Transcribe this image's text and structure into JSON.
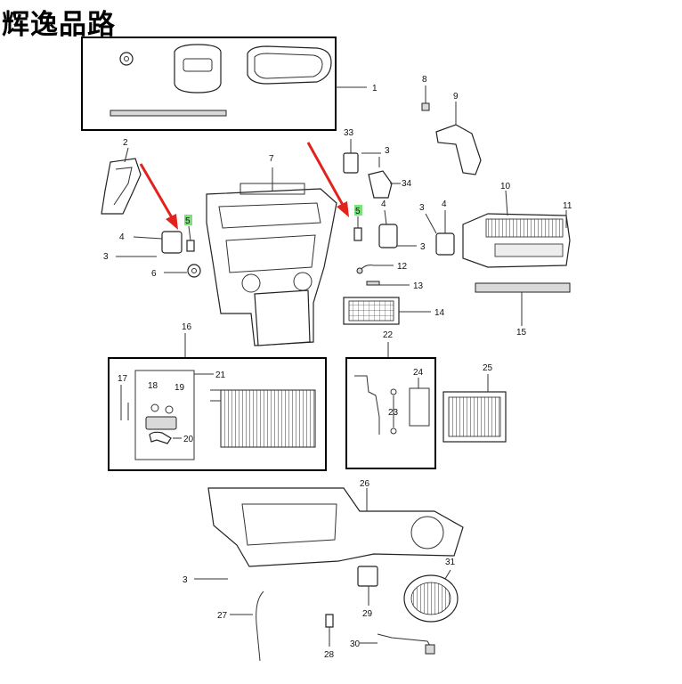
{
  "brand": "辉逸品路",
  "callouts": {
    "c1": "1",
    "c2": "2",
    "c3a": "3",
    "c3b": "3",
    "c3c": "3",
    "c3d": "3",
    "c3e": "3",
    "c4a": "4",
    "c4b": "4",
    "c4c": "4",
    "c5a": "5",
    "c5b": "5",
    "c6": "6",
    "c7": "7",
    "c8": "8",
    "c9": "9",
    "c10": "10",
    "c11": "11",
    "c12": "12",
    "c13": "13",
    "c14": "14",
    "c15": "15",
    "c16": "16",
    "c17": "17",
    "c18": "18",
    "c19": "19",
    "c20": "20",
    "c21": "21",
    "c22": "22",
    "c23": "23",
    "c24": "24",
    "c25": "25",
    "c26": "26",
    "c27": "27",
    "c28": "28",
    "c29": "29",
    "c30": "30",
    "c31": "31",
    "c33": "33",
    "c34": "34"
  },
  "colors": {
    "highlight": "#7be27b",
    "arrow": "#e0231f"
  }
}
